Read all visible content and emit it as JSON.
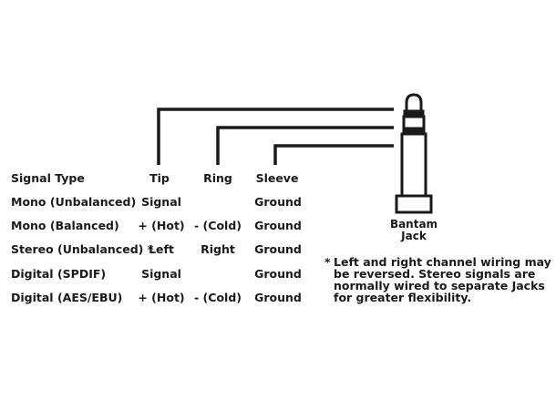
{
  "headers": {
    "signal_type": "Signal Type",
    "tip": "Tip",
    "ring": "Ring",
    "sleeve": "Sleeve"
  },
  "rows": [
    {
      "type": "Mono (Unbalanced)",
      "tip": "Signal",
      "ring": "",
      "sleeve": "Ground"
    },
    {
      "type": "Mono (Balanced)",
      "tip": "+ (Hot)",
      "ring": "- (Cold)",
      "sleeve": "Ground"
    },
    {
      "type": "Stereo (Unbalanced) *",
      "tip": "Left",
      "ring": "Right",
      "sleeve": "Ground"
    },
    {
      "type": "Digital (SPDIF)",
      "tip": "Signal",
      "ring": "",
      "sleeve": "Ground"
    },
    {
      "type": "Digital (AES/EBU)",
      "tip": "+ (Hot)",
      "ring": "- (Cold)",
      "sleeve": "Ground"
    }
  ],
  "jack": {
    "label_line1": "Bantam",
    "label_line2": "Jack"
  },
  "note": {
    "star": "*",
    "lines": [
      "Left and right channel wiring may",
      "be reversed.  Stereo signals are",
      "normally wired to separate Jacks",
      "for greater flexibility."
    ]
  }
}
